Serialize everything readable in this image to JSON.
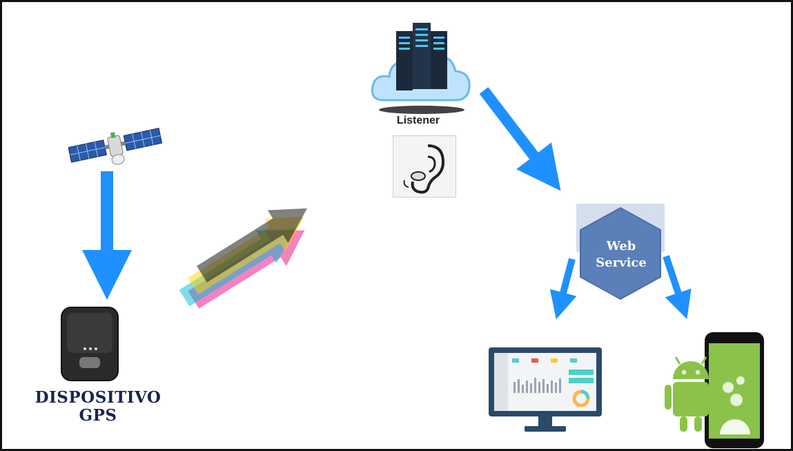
{
  "gps_device": {
    "label_line1": "DISPOSITIVO",
    "label_line2": "GPS"
  },
  "listener": {
    "label": "Listener"
  },
  "web_service": {
    "label_line1": "Web",
    "label_line2": "Service"
  },
  "colors": {
    "arrow": "#1e90ff",
    "hexagon": "#5b7fb8",
    "gps_text": "#1b2450",
    "android_green": "#8bc34a",
    "monitor_frame": "#2a4a6a"
  },
  "icons": {
    "satellite": "satellite-icon",
    "gps_device": "gps-device-icon",
    "cloud_server": "cloud-server-icon",
    "ear": "ear-icon",
    "monitor": "monitor-dashboard-icon",
    "android_phone": "android-phone-icon",
    "data_arrow": "data-transfer-arrow-icon"
  }
}
